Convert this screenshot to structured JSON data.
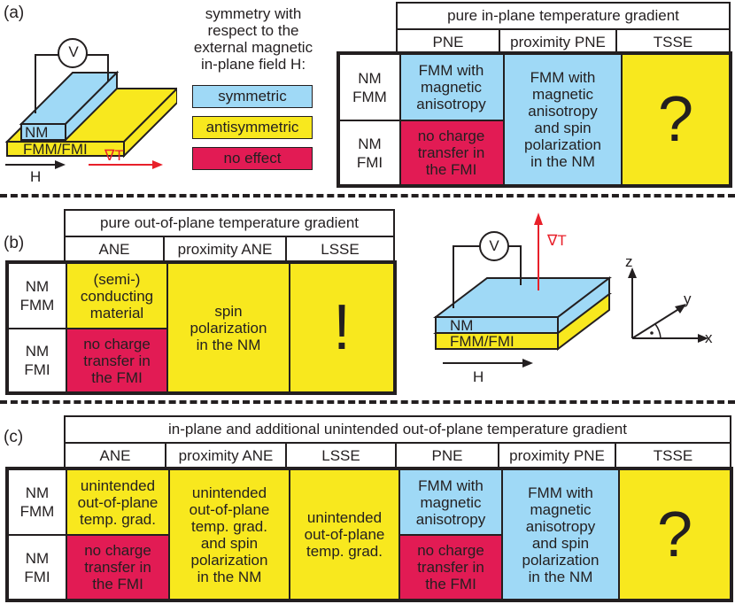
{
  "panels": {
    "a": {
      "label": "(a)",
      "legend_title": "symmetry with\nrespect to the\nexternal magnetic\nin-plane field H:",
      "legend": {
        "symmetric": "symmetric",
        "antisymmetric": "antisymmetric",
        "no_effect": "no effect"
      },
      "sketch": {
        "voltmeter": "V",
        "top_layer": "NM",
        "bottom_layer": "FMM/FMI",
        "field": "H",
        "gradient": "∇T"
      },
      "table": {
        "title": "pure in-plane temperature gradient",
        "columns": [
          "PNE",
          "proximity PNE",
          "TSSE"
        ],
        "rows": [
          "NM\nFMM",
          "NM\nFMI"
        ],
        "pne_fmm": "FMM with\nmagnetic\nanisotropy",
        "pne_fmi": "no charge\ntransfer in\nthe FMI",
        "prox_pne": "FMM with\nmagnetic\nanisotropy\nand spin\npolarization\nin the NM",
        "tsse": "?"
      }
    },
    "b": {
      "label": "(b)",
      "sketch": {
        "voltmeter": "V",
        "top_layer": "NM",
        "bottom_layer": "FMM/FMI",
        "field": "H",
        "gradient": "∇T",
        "axis_x": "x",
        "axis_y": "y",
        "axis_z": "z"
      },
      "table": {
        "title": "pure out-of-plane temperature gradient",
        "columns": [
          "ANE",
          "proximity ANE",
          "LSSE"
        ],
        "rows": [
          "NM\nFMM",
          "NM\nFMI"
        ],
        "ane_fmm": "(semi-)\nconducting\nmaterial",
        "ane_fmi": "no charge\ntransfer in\nthe FMI",
        "prox_ane": "spin\npolarization\nin the NM",
        "lsse": "!"
      }
    },
    "c": {
      "label": "(c)",
      "table": {
        "title": "in-plane and additional unintended out-of-plane temperature gradient",
        "columns": [
          "ANE",
          "proximity ANE",
          "LSSE",
          "PNE",
          "proximity PNE",
          "TSSE"
        ],
        "rows": [
          "NM\nFMM",
          "NM\nFMI"
        ],
        "ane_fmm": "unintended\nout-of-plane\ntemp. grad.",
        "ane_fmi": "no charge\ntransfer in\nthe FMI",
        "prox_ane": "unintended\nout-of-plane\ntemp. grad.\nand spin\npolarization\nin the NM",
        "lsse": "unintended\nout-of-plane\ntemp. grad.",
        "pne_fmm": "FMM with\nmagnetic\nanisotropy",
        "pne_fmi": "no charge\ntransfer in\nthe FMI",
        "prox_pne": "FMM with\nmagnetic\nanisotropy\nand spin\npolarization\nin the NM",
        "tsse": "?"
      }
    }
  },
  "colors": {
    "symmetric": "#9fd9f6",
    "antisymmetric": "#f8e81e",
    "no_effect": "#e21b54",
    "gradient_arrow": "#e8202a"
  }
}
